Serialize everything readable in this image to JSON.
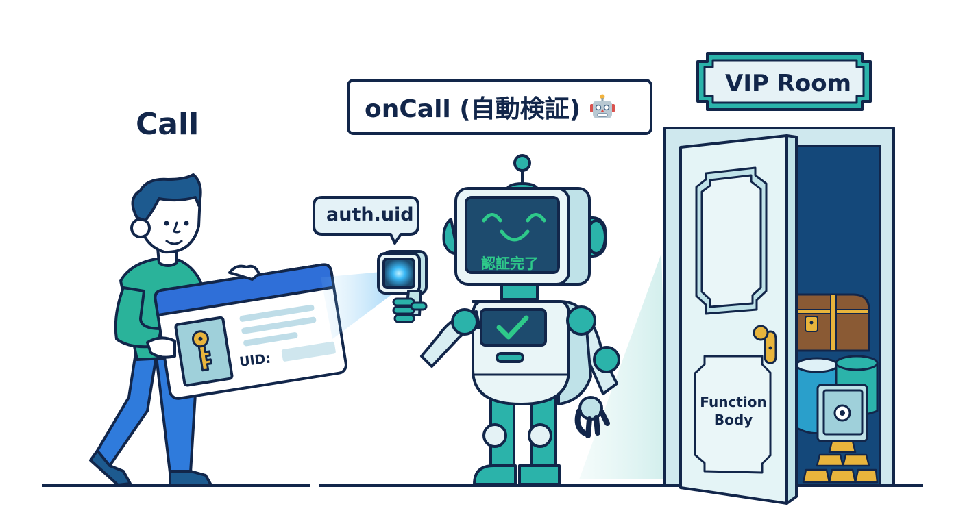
{
  "scene": {
    "title_left": "Call",
    "title_center": "onCall (自動検証)",
    "title_center_emoji": "robot-face-emoji",
    "sign_label": "VIP Room",
    "speech_bubble": "auth.uid",
    "robot_screen_text": "認証完了",
    "id_card_label": "UID:",
    "inner_door_panel": "Function Body"
  },
  "characters": {
    "user": {
      "role": "caller",
      "holding": "id-card-with-key"
    },
    "robot": {
      "role": "onCall verifier",
      "holding": "scanner",
      "status_icon": "checkmark"
    },
    "vault": {
      "contents": [
        "treasure-chest",
        "database-cylinders",
        "safe",
        "gold-bars"
      ]
    }
  },
  "colors": {
    "outline": "#12264a",
    "teal": "#2bb3aa",
    "teal_light": "#bfe6e8",
    "blue": "#2f6fd6",
    "card_blue": "#2b6fd8",
    "door_light": "#e4f4f6",
    "vault_dark": "#14487a",
    "gold": "#e8b43c",
    "screen_dark": "#1d4b6e",
    "screen_green": "#2ec98a",
    "beam": "#8fd3d6"
  }
}
